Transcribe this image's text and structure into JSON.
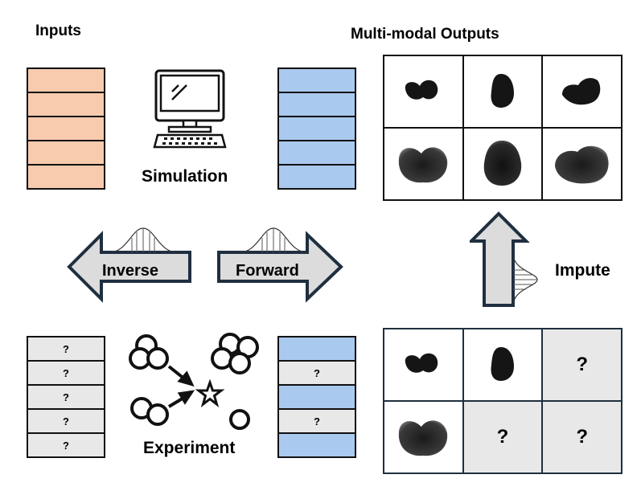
{
  "headings": {
    "inputs": "Inputs",
    "outputs": "Multi-modal Outputs"
  },
  "captions": {
    "simulation": "Simulation",
    "experiment": "Experiment",
    "impute": "Impute"
  },
  "arrows": {
    "inverse": "Inverse",
    "forward": "Forward"
  },
  "missing_marker": "?",
  "colors": {
    "input_fill": "#f8cbad",
    "output_fill": "#a9c9ef",
    "missing_fill": "#e8e8e8",
    "outline": "#111111",
    "arrow_fill": "#dcdcdc",
    "arrow_outline": "#1f2f40"
  },
  "experiment_outputs": [
    "",
    "?",
    "",
    "?",
    ""
  ],
  "experiment_grid": [
    "",
    "",
    "?",
    "",
    "?",
    "?"
  ]
}
